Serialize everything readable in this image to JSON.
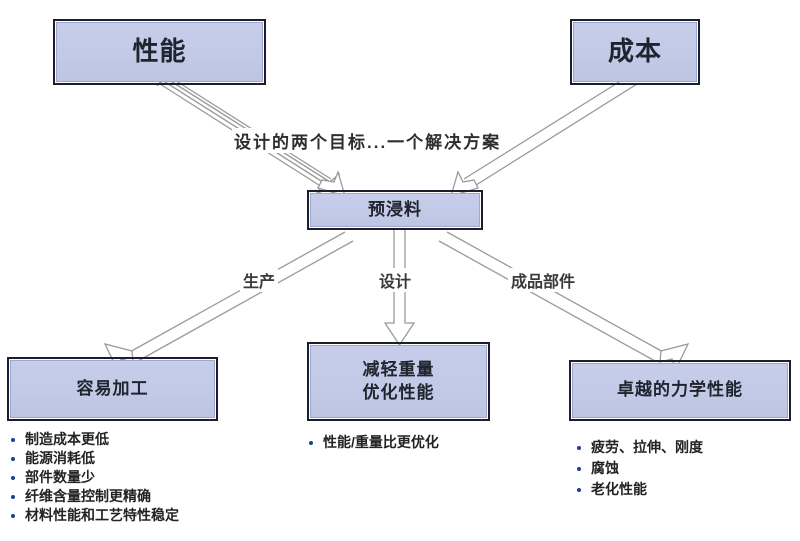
{
  "diagram": {
    "title_caption": "设计的两个目标...一个解决方案",
    "nodes": {
      "performance": {
        "label": "性能"
      },
      "cost": {
        "label": "成本"
      },
      "prepreg": {
        "label": "预浸料"
      },
      "easy_processing": {
        "label": "容易加工"
      },
      "weight_perf": {
        "line1": "减轻重量",
        "line2": "优化性能"
      },
      "mechanical": {
        "label": "卓越的力学性能"
      }
    },
    "edge_labels": {
      "production": "生产",
      "design": "设计",
      "finished_part": "成品部件"
    },
    "bullets": {
      "easy_processing": [
        "制造成本更低",
        "能源消耗低",
        "部件数量少",
        "纤维含量控制更精确",
        "材料性能和工艺特性稳定"
      ],
      "weight_perf": [
        "性能/重量比更优化"
      ],
      "mechanical": [
        "疲劳、拉伸、刚度",
        "腐蚀",
        "老化性能"
      ]
    },
    "colors": {
      "box_fill": "#c3cbe8",
      "box_border": "#1c1f2b",
      "bullet_dot": "#1c3f94",
      "arrow_stroke": "#9a9a9a",
      "text": "#232323",
      "background": "#ffffff"
    }
  }
}
